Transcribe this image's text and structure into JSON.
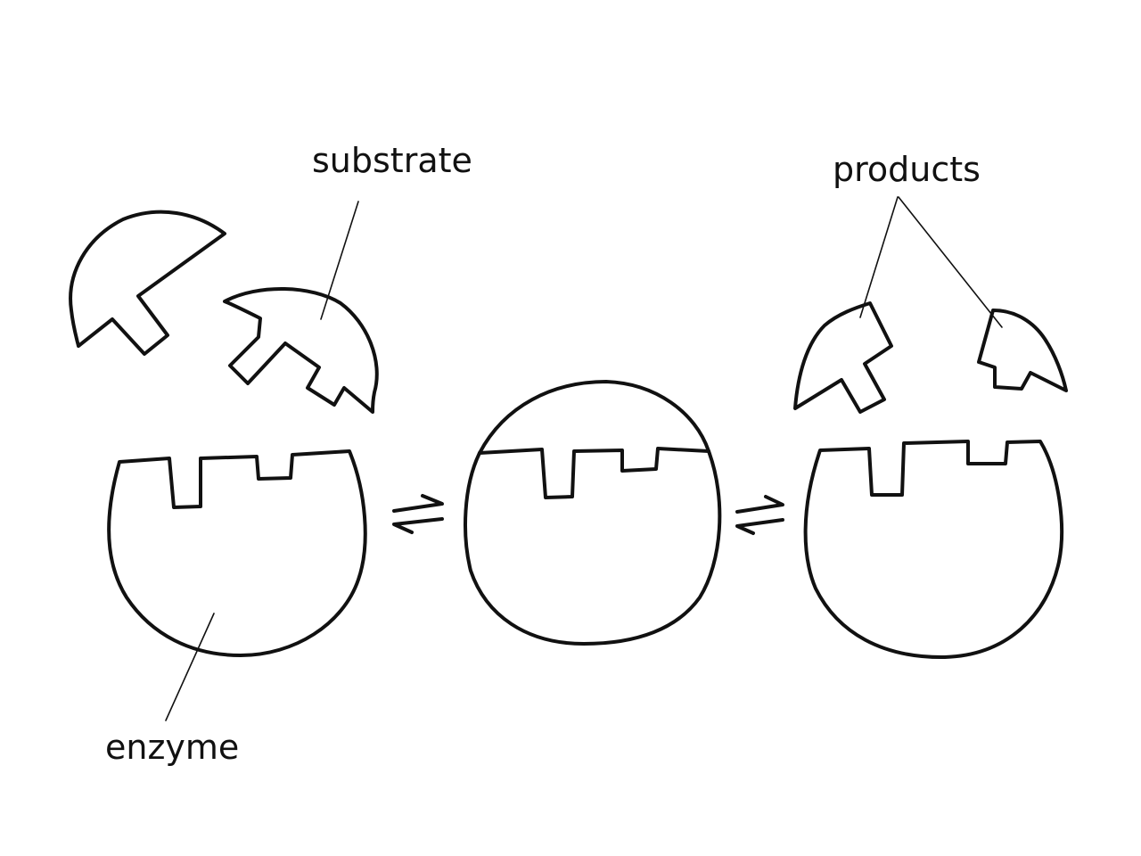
{
  "labels": {
    "substrate": "substrate",
    "products": "products",
    "enzyme": "enzyme"
  },
  "colors": {
    "line": "#111111",
    "background": "#ffffff"
  }
}
